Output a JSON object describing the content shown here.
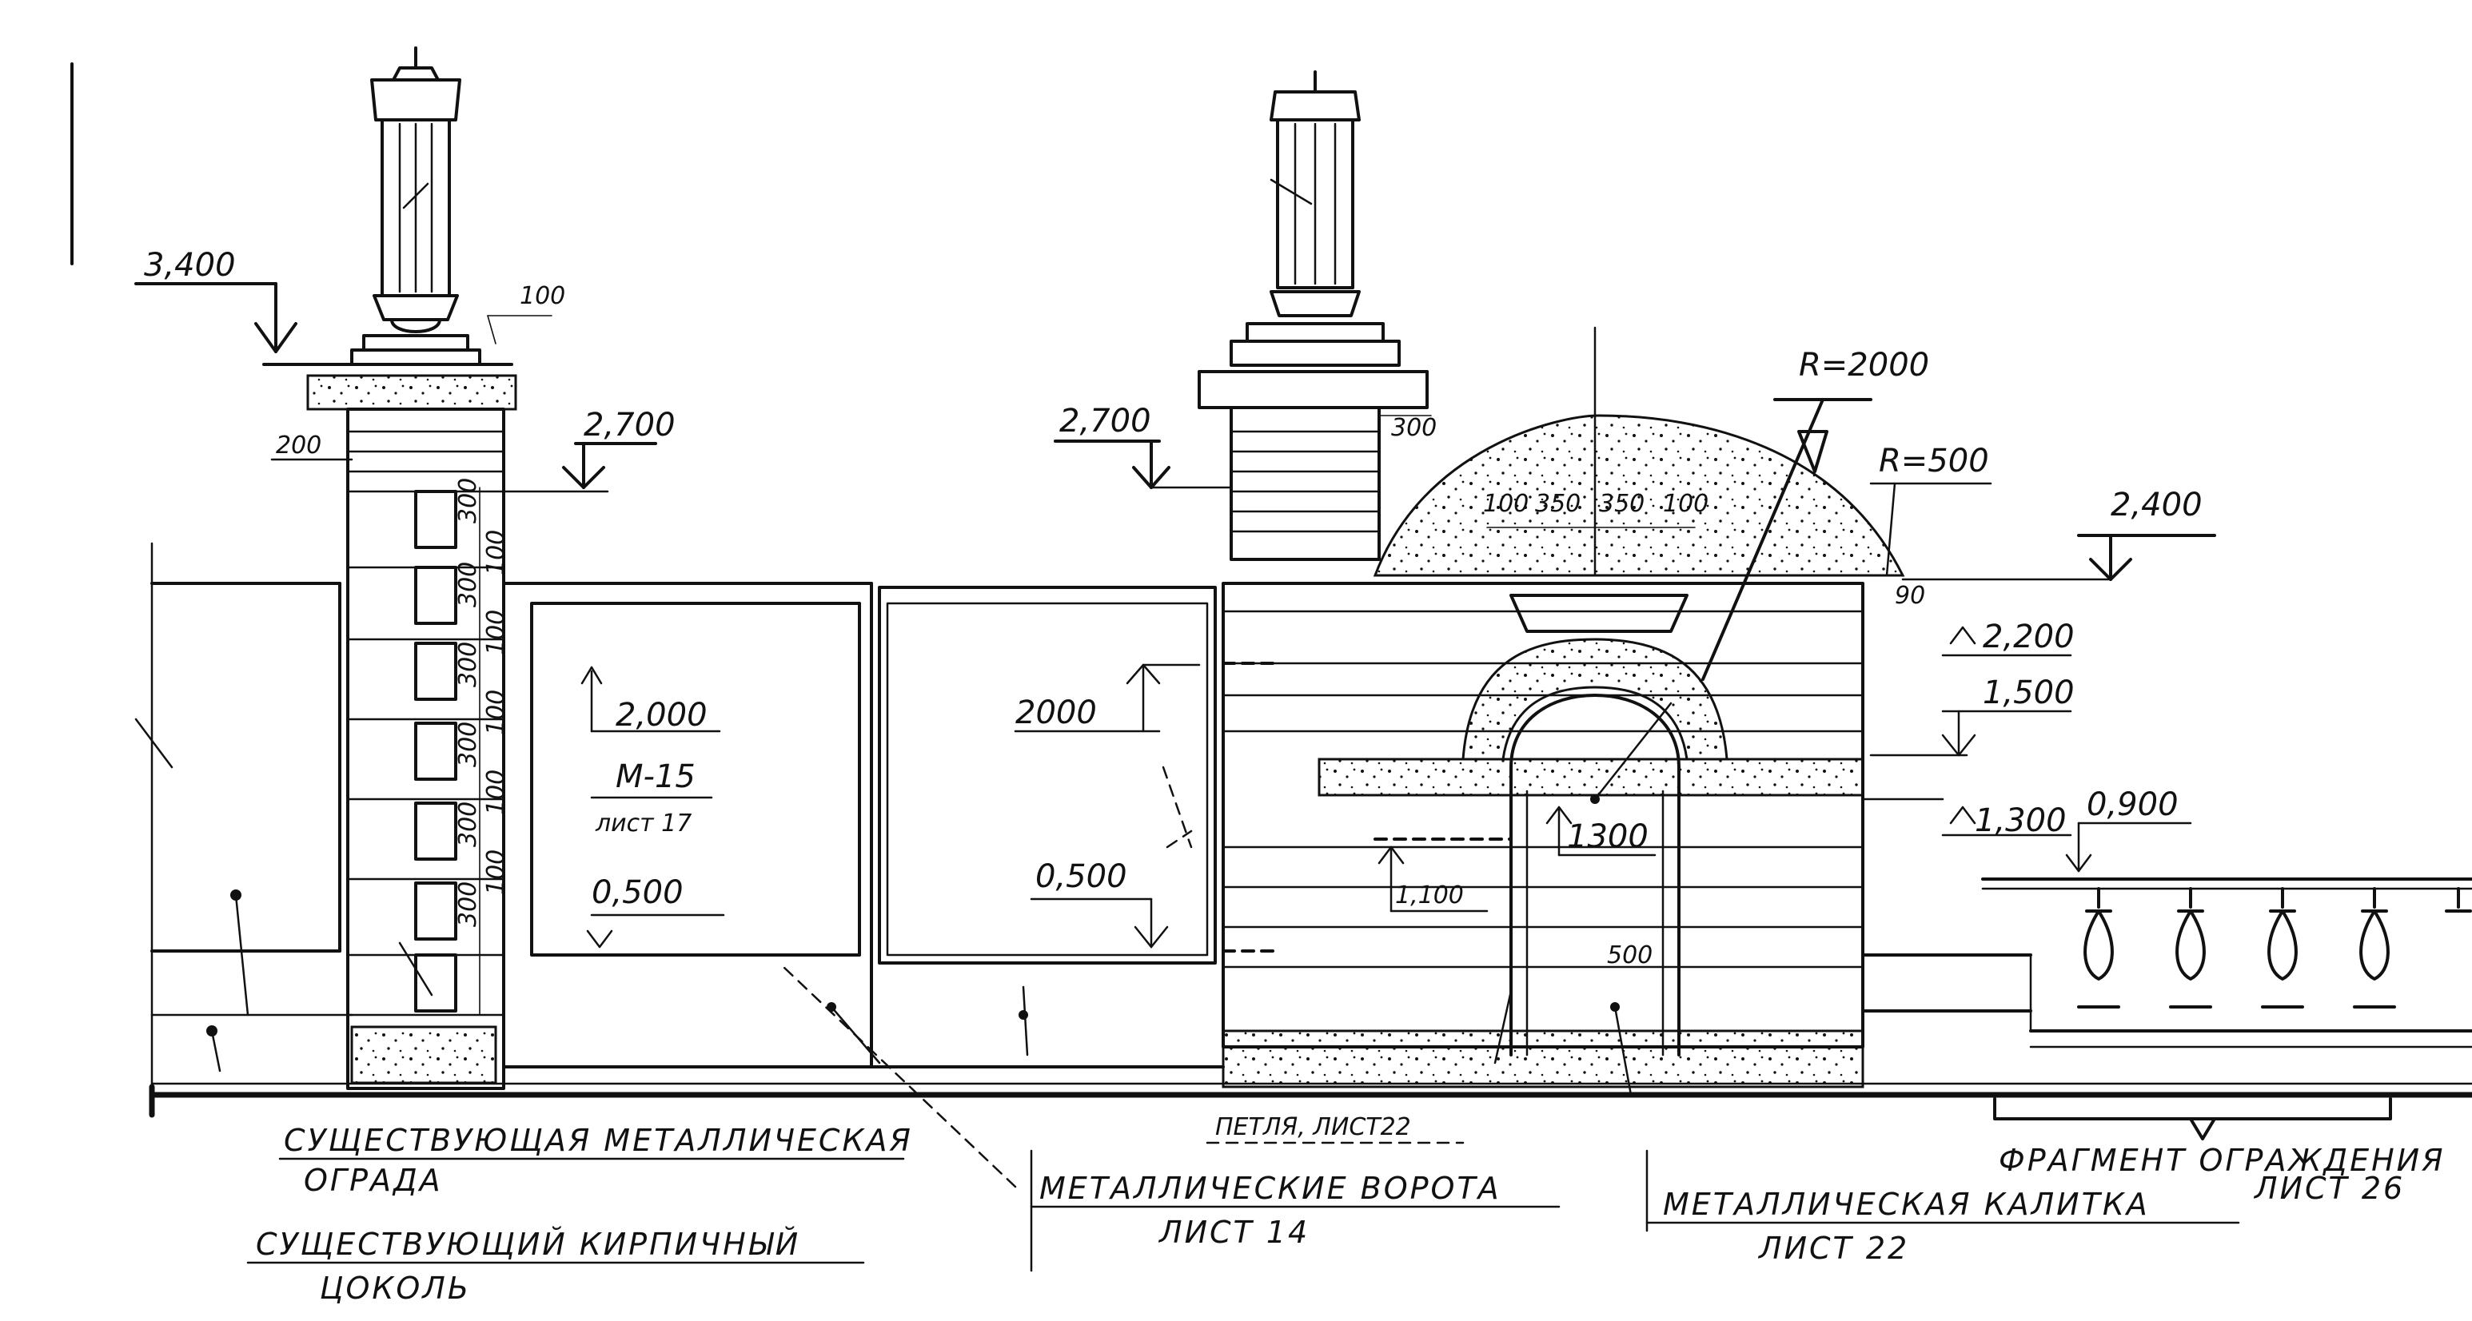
{
  "dimensions": {
    "left_pillar_top": "3,400",
    "left_pillar_cap": "100",
    "left_pillar_200": "200",
    "left_pillar_2700": "2,700",
    "panel_2000": "2,000",
    "panel_m15": "M-15",
    "panel_sheet17": "лист 17",
    "panel_0500": "0,500",
    "gate_2000": "2000",
    "gate_0500": "0,500",
    "mid_2700": "2,700",
    "mid_300": "300",
    "arch_r2000": "R=2000",
    "arch_r500": "R=500",
    "arch_100a": "100",
    "arch_350a": "350",
    "arch_350b": "350",
    "arch_100b": "100",
    "right_2400": "2,400",
    "right_2200": "2,200",
    "right_1500": "1,500",
    "right_1300": "1,300",
    "right_0900": "0,900",
    "wicket_1300": "1300",
    "wicket_1100": "1,100",
    "wicket_500": "500",
    "right_90": "90",
    "brick_courses": [
      "300",
      "100",
      "300",
      "100",
      "300",
      "100",
      "300",
      "100",
      "300",
      "100",
      "300"
    ]
  },
  "callouts": {
    "existing_fence_line1": "СУЩЕСТВУЮЩАЯ   МЕТАЛЛИЧЕСКАЯ",
    "existing_fence_line2": "ОГРАДА",
    "existing_plinth_line1": "СУЩЕСТВУЮЩИЙ   КИРПИЧНЫЙ",
    "existing_plinth_line2": "ЦОКОЛЬ",
    "hinge": "ПЕТЛЯ, ЛИСТ22",
    "gates_line1": "МЕТАЛЛИЧЕСКИЕ  ВОРОТА",
    "gates_line2": "ЛИСТ  14",
    "wicket_line1": "МЕТАЛЛИЧЕСКАЯ   КАЛИТКА",
    "wicket_line2": "ЛИСТ 22",
    "fence_fragment_line1": "ФРАГМЕНТ  ОГРАЖДЕНИЯ",
    "fence_fragment_line2": "ЛИСТ 26"
  }
}
